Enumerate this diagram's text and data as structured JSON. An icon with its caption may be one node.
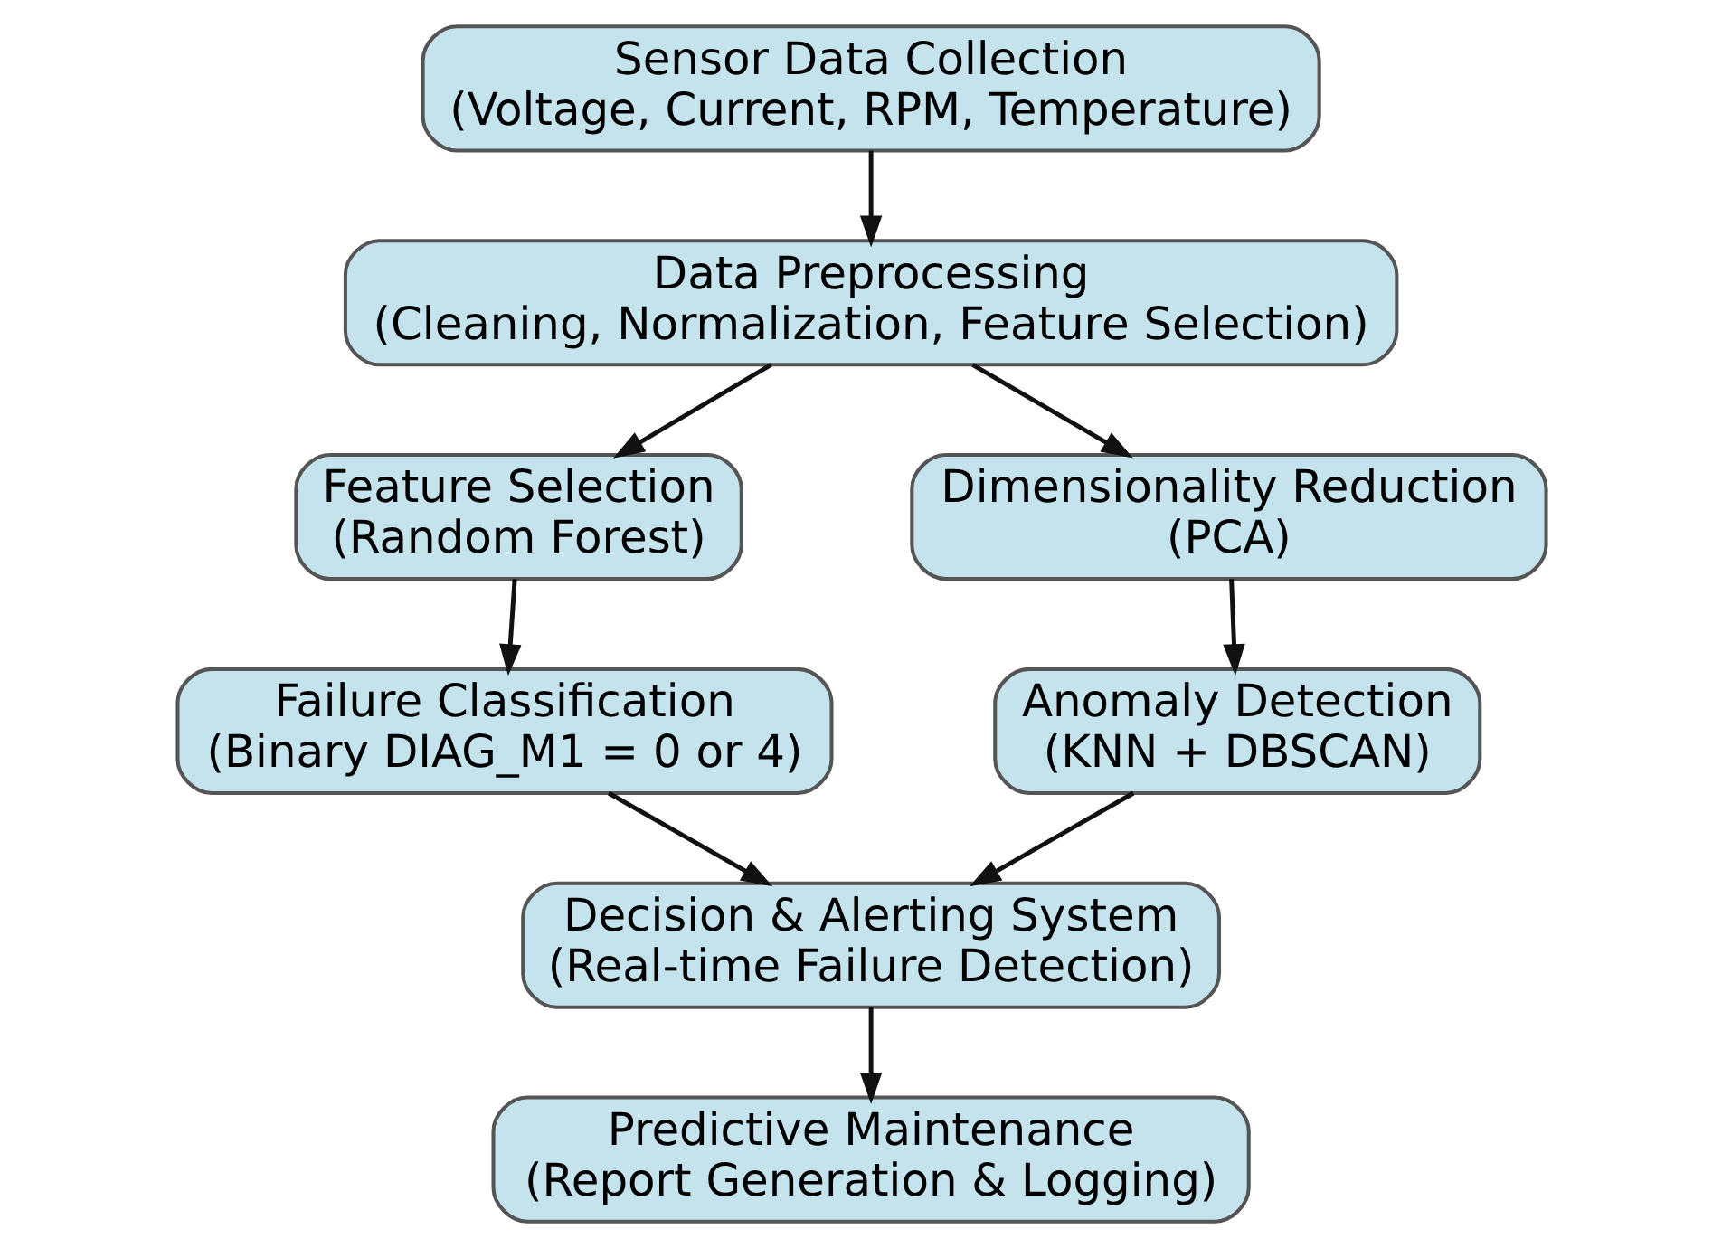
{
  "diagram": {
    "nodes": [
      {
        "text": [
          "Sensor Data Collection",
          "(Voltage, Current, RPM, Temperature)"
        ]
      },
      {
        "text": [
          "Data Preprocessing",
          "(Cleaning, Normalization, Feature Selection)"
        ]
      },
      {
        "text": [
          "Feature Selection",
          "(Random Forest)"
        ]
      },
      {
        "text": [
          "Dimensionality Reduction",
          "(PCA)"
        ]
      },
      {
        "text": [
          "Failure Classification",
          "(Binary DIAG_M1 = 0 or 4)"
        ]
      },
      {
        "text": [
          "Anomaly Detection",
          "(KNN + DBSCAN)"
        ]
      },
      {
        "text": [
          "Decision & Alerting System",
          "(Real-time Failure Detection)"
        ]
      },
      {
        "text": [
          "Predictive Maintenance",
          "(Report Generation & Logging)"
        ]
      }
    ],
    "edges": [
      {
        "from": 0,
        "to": 1,
        "arrow": "to"
      },
      {
        "from": 1,
        "to": 2,
        "arrow": "to"
      },
      {
        "from": 1,
        "to": 3,
        "arrow": "to"
      },
      {
        "from": 2,
        "to": 4,
        "arrow": "to"
      },
      {
        "from": 3,
        "to": 5,
        "arrow": "to"
      },
      {
        "from": 4,
        "to": 6,
        "arrow": "to"
      },
      {
        "from": 5,
        "to": 6,
        "arrow": "to"
      },
      {
        "from": 6,
        "to": 7,
        "arrow": "to"
      }
    ]
  }
}
